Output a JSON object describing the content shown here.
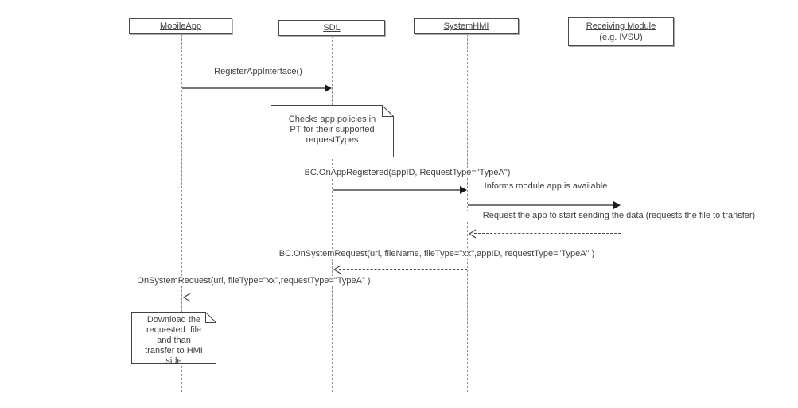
{
  "diagram": {
    "type": "uml-sequence",
    "background": "#ffffff"
  },
  "actors": [
    {
      "label": "MobileApp"
    },
    {
      "label": "SDL"
    },
    {
      "label": "SystemHMI"
    },
    {
      "label": "Receiving Module",
      "sublabel": "(e.g. IVSU)"
    }
  ],
  "messages": [
    {
      "label": "RegisterAppInterface()",
      "from": "MobileApp",
      "to": "SDL",
      "style": "solid"
    },
    {
      "label": "BC.OnAppRegistered(appID, RequestType=\"TypeA\")",
      "from": "SDL",
      "to": "SystemHMI",
      "style": "solid"
    },
    {
      "label": "Informs module app is available",
      "from": "SystemHMI",
      "to": "Receiving Module",
      "style": "solid"
    },
    {
      "label": "Request the app to start sending the data (requests the file to transfer)",
      "from": "Receiving Module",
      "to": "SystemHMI",
      "style": "dashed"
    },
    {
      "label": "BC.OnSystemRequest(url, fileName, fileType=\"xx\",appID, requestType=\"TypeA\" )",
      "from": "SystemHMI",
      "to": "SDL",
      "style": "dashed"
    },
    {
      "label": "OnSystemRequest(url, fileType=\"xx\",requestType=\"TypeA\" )",
      "from": "SDL",
      "to": "MobileApp",
      "style": "dashed"
    }
  ],
  "notes": [
    {
      "attached_to": "SDL",
      "lines": [
        "Checks app policies in",
        "PT for their supported",
        "requestTypes"
      ]
    },
    {
      "attached_to": "MobileApp",
      "lines": [
        "Download the",
        "requested  file",
        "and than",
        "transfer to HMI",
        "side"
      ]
    }
  ],
  "colors": {
    "background": "#ffffff",
    "text": "#3f3f3f",
    "solid_line": "#777777",
    "dashed_line": "#4a4a4a",
    "lifeline": "#8c8c8c",
    "arrowhead": "#1a1a1a",
    "box_border": "#4a4a4a"
  }
}
